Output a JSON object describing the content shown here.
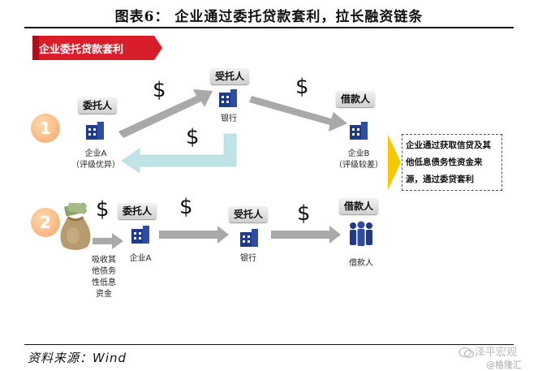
{
  "title": "图表6：   企业通过委托贷款套利，拉长融资链条",
  "source": "资料来源：Wind",
  "watermark": {
    "line1": "泽平宏观",
    "line2": "@格隆汇"
  },
  "banner": "企业委托贷款套利",
  "row1": {
    "number": "1",
    "entrustor": "委托人",
    "entrustor_desc": [
      "企业A",
      "（评级优异）"
    ],
    "trustee": "受托人",
    "bank": "银行",
    "borrower": "借款人",
    "borrower_desc": [
      "企业B",
      "（评级较差）"
    ],
    "note": "企业通过获取信贷及其他低息债务性资金来源，通过委贷套利"
  },
  "row2": {
    "number": "2",
    "funds_desc": [
      "吸收其",
      "他债务",
      "性低息",
      "资金"
    ],
    "entrustor": "委托人",
    "entrustor_desc": "企业A",
    "trustee": "受托人",
    "bank": "银行",
    "borrower": "借款人",
    "borrower_desc": "借款人"
  },
  "symbols": {
    "dollar": "$"
  },
  "colors": {
    "banner": "#d81e2a",
    "arrow_gray": "#a9a9a9",
    "arrow_teal": "#bfe3e6",
    "building": "#1f3a8a",
    "circle": "#f3a868",
    "note_arrow": "#f6c800"
  }
}
